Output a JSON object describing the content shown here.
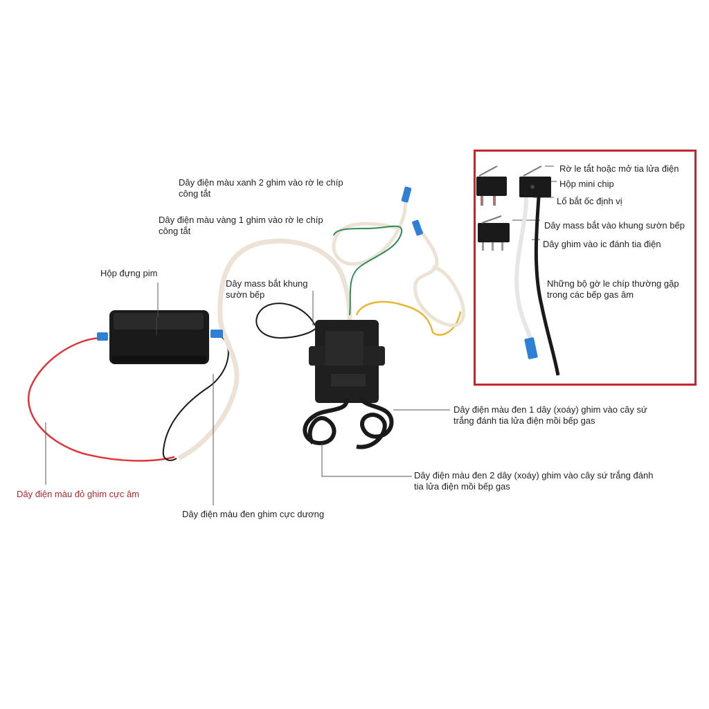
{
  "colors": {
    "red_wire": "#e3343a",
    "black_wire": "#1a1a1a",
    "white_wire": "#ece3d6",
    "green_wire": "#2d8c54",
    "yellow_wire": "#e9b634",
    "blue_terminal": "#2f7fd6",
    "inset_border": "#c0282d",
    "accent_label": "#b5262a"
  },
  "labels": {
    "battery_box": "Hộp đựng pim",
    "green_wire": "Dây điện màu xanh 2 ghim vào rờ le chíp\ncông tắt",
    "yellow_wire": "Dây điện màu vàng 1 ghim vào rờ le chíp\ncông tắt",
    "mass_wire": "Dây mass bắt khung\nsườn bếp",
    "red_wire": "Dây điện màu đỏ ghim cực âm",
    "black_positive": "Dây điện màu đen ghim cực dương",
    "black_one": "Dây điện màu đen 1 dây (xoáy) ghim vào cây sứ\ntrắng đánh tia lửa điện mồi bếp gas",
    "black_two": "Dây điện màu đen 2 dây (xoáy) ghim vào cây sứ trắng đánh\ntia lửa điện mồi bếp gas"
  },
  "inset": {
    "relay_toggle": "Rờ le tắt hoặc mở tia lửa điện",
    "mini_chip_box": "Hộp mini chip",
    "screw_hole": "Lổ bắt ốc định vị",
    "mass_wire": "Dây mass bắt vào khung sườn bếp",
    "ic_wire": "Dây ghim vào ic đánh tia điện",
    "common_sets": "Những bộ gờ le chíp thường gặp\ntrong các bếp gas âm"
  }
}
